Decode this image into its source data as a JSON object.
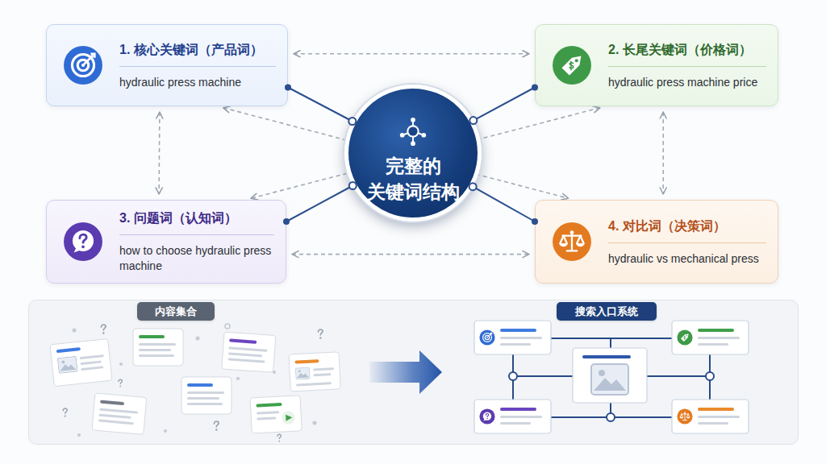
{
  "diagram": {
    "nodes": [
      {
        "text": [
          "1. 核心关键词（产品词）",
          "hydraulic press machine"
        ]
      },
      {
        "text": [
          "2. 长尾关键词（价格词）",
          "hydraulic press machine price"
        ]
      },
      {
        "text": [
          "完整的 关键词结构"
        ]
      },
      {
        "text": [
          "3. 问题词（认知词）",
          "how to choose hydraulic press machine"
        ]
      },
      {
        "text": [
          "4. 对比词（决策词）",
          "hydraulic vs mechanical press"
        ]
      },
      {
        "text": [
          "内容集合"
        ]
      },
      {
        "text": [
          "搜索入口系统"
        ]
      }
    ],
    "edges": [
      {
        "from": 2,
        "to": 0,
        "arrow": "none"
      },
      {
        "from": 2,
        "to": 1,
        "arrow": "none"
      },
      {
        "from": 2,
        "to": 3,
        "arrow": "none"
      },
      {
        "from": 2,
        "to": 4,
        "arrow": "none"
      },
      {
        "from": 0,
        "to": 1,
        "arrow": "both"
      },
      {
        "from": 0,
        "to": 3,
        "arrow": "both"
      },
      {
        "from": 1,
        "to": 4,
        "arrow": "both"
      },
      {
        "from": 3,
        "to": 4,
        "arrow": "both"
      },
      {
        "from": 0,
        "to": 4,
        "arrow": "both"
      },
      {
        "from": 1,
        "to": 3,
        "arrow": "both"
      }
    ]
  }
}
